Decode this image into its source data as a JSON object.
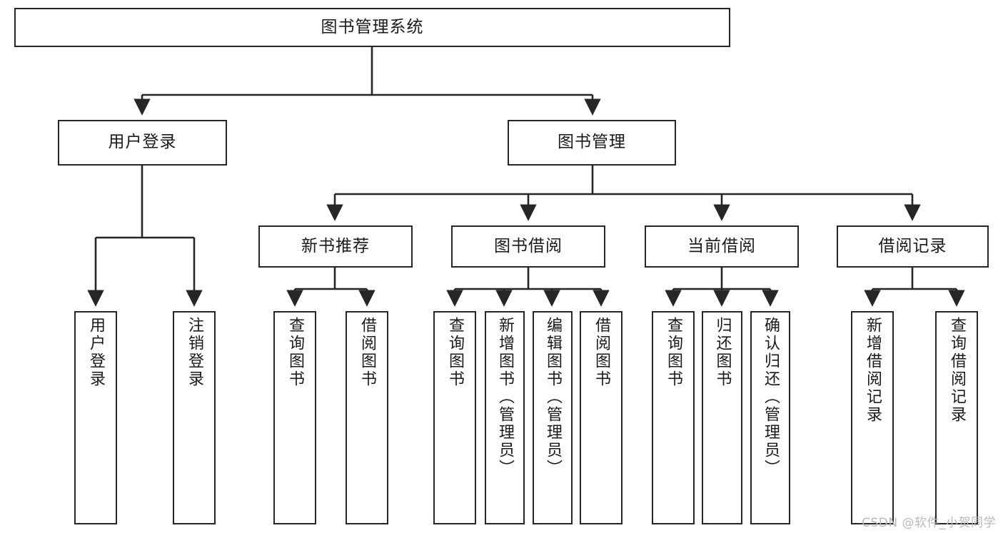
{
  "diagram": {
    "type": "hierarchy-tree",
    "title": "图书管理系统",
    "root": {
      "label": "图书管理系统"
    },
    "level2": [
      {
        "label": "用户登录"
      },
      {
        "label": "图书管理"
      }
    ],
    "level3": [
      {
        "label": "新书推荐"
      },
      {
        "label": "图书借阅"
      },
      {
        "label": "当前借阅"
      },
      {
        "label": "借阅记录"
      }
    ],
    "leaves": {
      "user_login": [
        {
          "label": "用户登录"
        },
        {
          "label": "注销登录"
        }
      ],
      "new_book_recommend": [
        {
          "label": "查询图书"
        },
        {
          "label": "借阅图书"
        }
      ],
      "book_borrow": [
        {
          "label": "查询图书"
        },
        {
          "label": "新增图书（管理员）"
        },
        {
          "label": "编辑图书（管理员）"
        },
        {
          "label": "借阅图书"
        }
      ],
      "current_borrow": [
        {
          "label": "查询图书"
        },
        {
          "label": "归还图书"
        },
        {
          "label": "确认归还（管理员）"
        }
      ],
      "borrow_record": [
        {
          "label": "新增借阅记录"
        },
        {
          "label": "查询借阅记录"
        }
      ]
    }
  },
  "watermark": {
    "text": "CSDN @软件_小贺同学"
  },
  "colors": {
    "stroke": "#262626",
    "background": "#ffffff",
    "text": "#1a1a1a",
    "watermark": "#b9b9b9"
  }
}
